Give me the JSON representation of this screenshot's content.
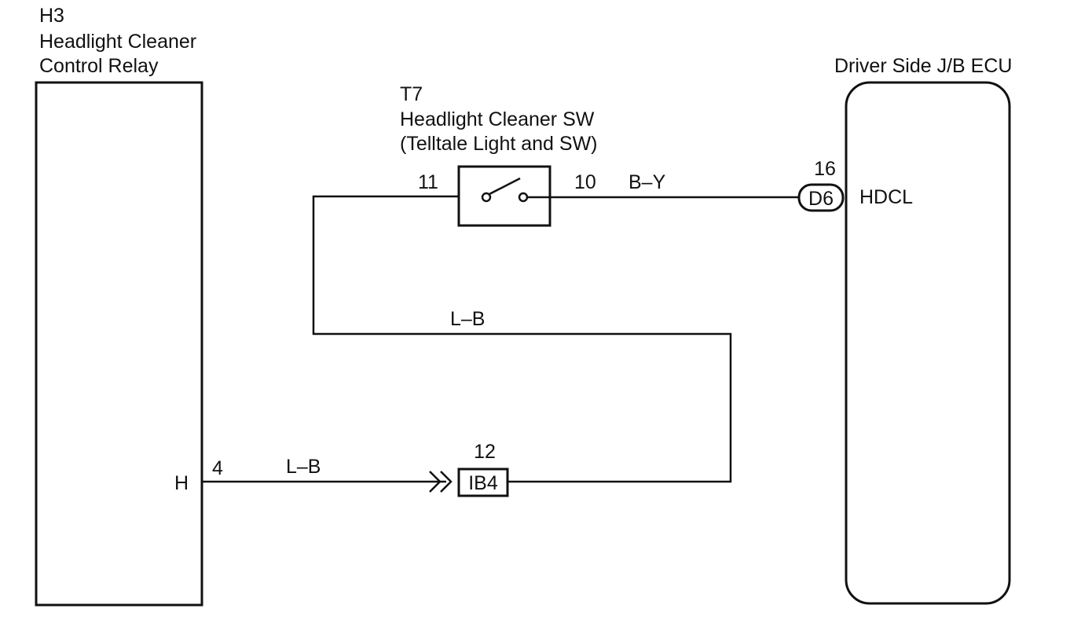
{
  "relay": {
    "code": "H3",
    "name_line1": "Headlight Cleaner",
    "name_line2": "Control Relay",
    "terminal_label": "H"
  },
  "ecu": {
    "name": "Driver Side J/B ECU",
    "terminal_label": "HDCL"
  },
  "switch": {
    "code": "T7",
    "name": "Headlight Cleaner SW",
    "subtitle": "(Telltale Light and SW)",
    "pin_in": "11",
    "pin_out": "10"
  },
  "connectors": {
    "ecu_connector": "D6",
    "ecu_pin": "16",
    "junction_connector": "IB4",
    "junction_pin": "12"
  },
  "wires": {
    "relay_pin": "4",
    "relay_to_junction_color": "L–B",
    "junction_to_switch_color": "L–B",
    "switch_to_ecu_color": "B–Y"
  },
  "colors": {
    "line": "#111111",
    "background": "#ffffff"
  }
}
